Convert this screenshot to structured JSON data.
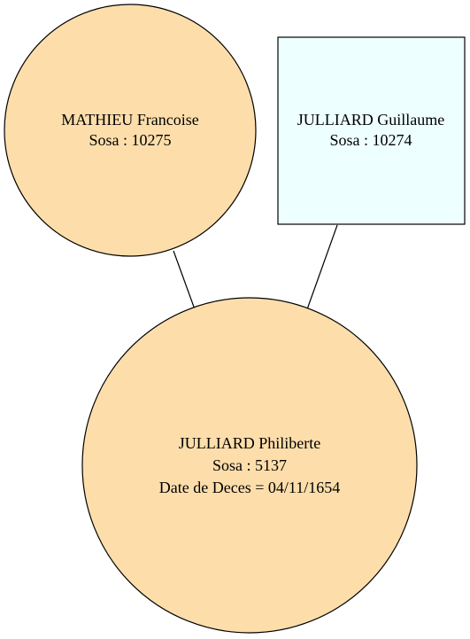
{
  "diagram": {
    "type": "family-tree",
    "colors": {
      "female_fill": "#fddeab",
      "male_fill": "#eeffff",
      "stroke": "#000000",
      "background": "#ffffff"
    },
    "nodes": {
      "mother": {
        "shape": "circle",
        "name": "MATHIEU Francoise",
        "sosa": "Sosa : 10275"
      },
      "father": {
        "shape": "box",
        "name": "JULLIARD Guillaume",
        "sosa": "Sosa : 10274"
      },
      "child": {
        "shape": "circle",
        "name": "JULLIARD Philiberte",
        "sosa": "Sosa : 5137",
        "death": "Date de Deces = 04/11/1654"
      }
    },
    "edges": [
      {
        "from": "mother",
        "to": "child"
      },
      {
        "from": "father",
        "to": "child"
      }
    ]
  }
}
